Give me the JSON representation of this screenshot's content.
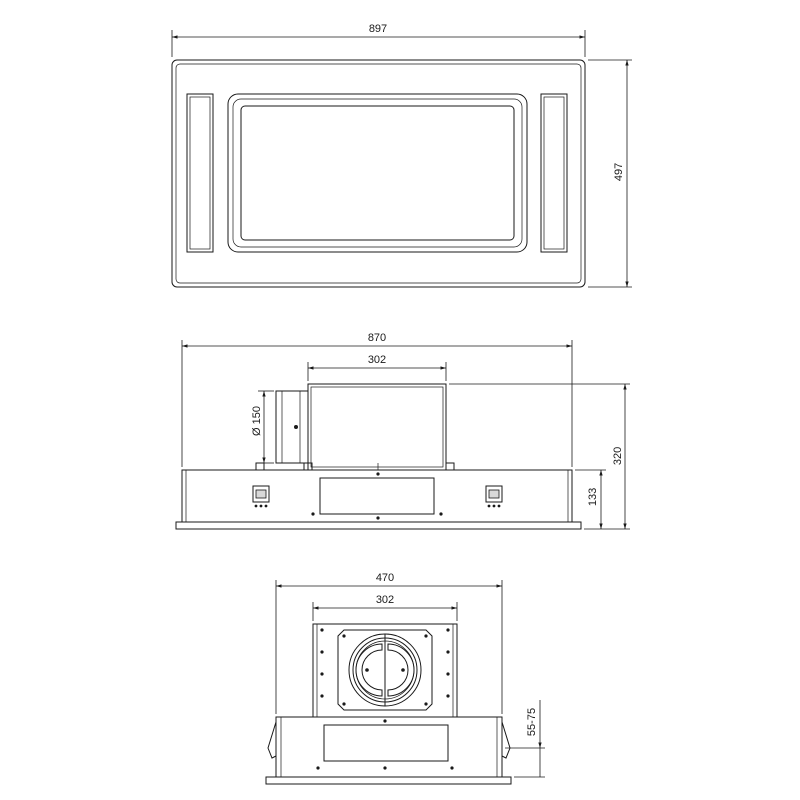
{
  "top_view": {
    "width_label": "897",
    "height_label": "497"
  },
  "side_view": {
    "width_label": "870",
    "motor_width_label": "302",
    "duct_label": "Ø 150",
    "total_height_label": "320",
    "body_height_label": "133"
  },
  "end_view": {
    "width_label": "470",
    "motor_width_label": "302",
    "adjust_label": "55-75"
  }
}
